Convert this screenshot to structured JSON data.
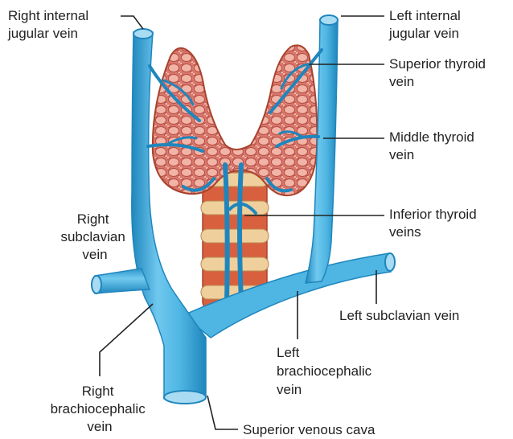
{
  "labels": {
    "right_internal_jugular": [
      "Right internal",
      "jugular vein"
    ],
    "left_internal_jugular": [
      "Left internal",
      "jugular vein"
    ],
    "superior_thyroid": [
      "Superior thyroid",
      "vein"
    ],
    "middle_thyroid": [
      "Middle thyroid",
      "vein"
    ],
    "right_subclavian": [
      "Right",
      "subclavian",
      "vein"
    ],
    "inferior_thyroid": [
      "Inferior thyroid",
      "veins"
    ],
    "left_subclavian": [
      "Left subclavian vein"
    ],
    "left_brachiocephalic": [
      "Left",
      "brachiocephalic",
      "vein"
    ],
    "right_brachiocephalic": [
      "Right",
      "brachiocephalic",
      "vein"
    ],
    "superior_venous_cava": [
      "Superior venous cava"
    ]
  },
  "colors": {
    "vein": "#4fb6e3",
    "vein_dark": "#1f86bd",
    "vein_light": "#a9dcf2",
    "thyroid": "#d9786c",
    "thyroid_dark": "#b44c44",
    "thyroid_light": "#f4c2b6",
    "trachea_ring": "#efcf9c",
    "trachea_band": "#d9603f"
  }
}
